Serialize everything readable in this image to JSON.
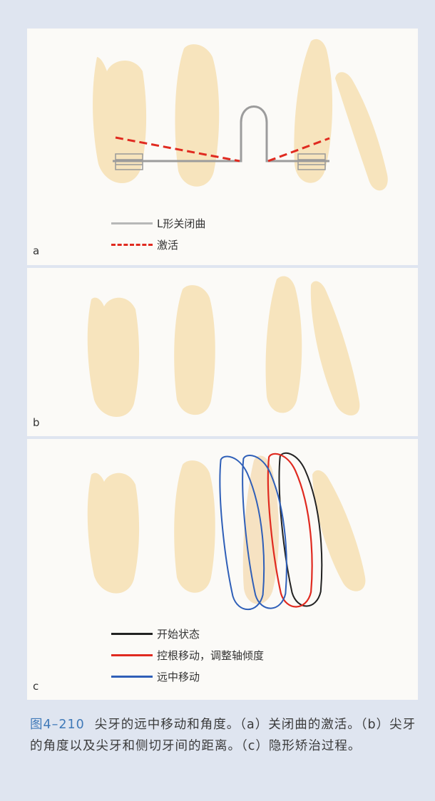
{
  "panels": {
    "a": {
      "label": "a",
      "legend": [
        {
          "text": "L形关闭曲",
          "color": "#b7b7b7",
          "style": "solid"
        },
        {
          "text": "激活",
          "color": "#e02a20",
          "style": "dashed"
        }
      ]
    },
    "b": {
      "label": "b"
    },
    "c": {
      "label": "c",
      "legend": [
        {
          "text": "开始状态",
          "color": "#222222",
          "style": "solid"
        },
        {
          "text": "控根移动，调整轴倾度",
          "color": "#e02a20",
          "style": "solid"
        },
        {
          "text": "远中移动",
          "color": "#2f5fb8",
          "style": "solid"
        }
      ]
    }
  },
  "caption": {
    "figure_number": "图4–210",
    "text": "尖牙的远中移动和角度。（a）关闭曲的激活。（b）尖牙的角度以及尖牙和侧切牙间的距离。（c）隐形矫治过程。"
  },
  "colors": {
    "tooth": "#f7e4bd",
    "frame": "#dfe5f0",
    "panel": "#fbfaf7",
    "accent": "#3f79b8"
  }
}
